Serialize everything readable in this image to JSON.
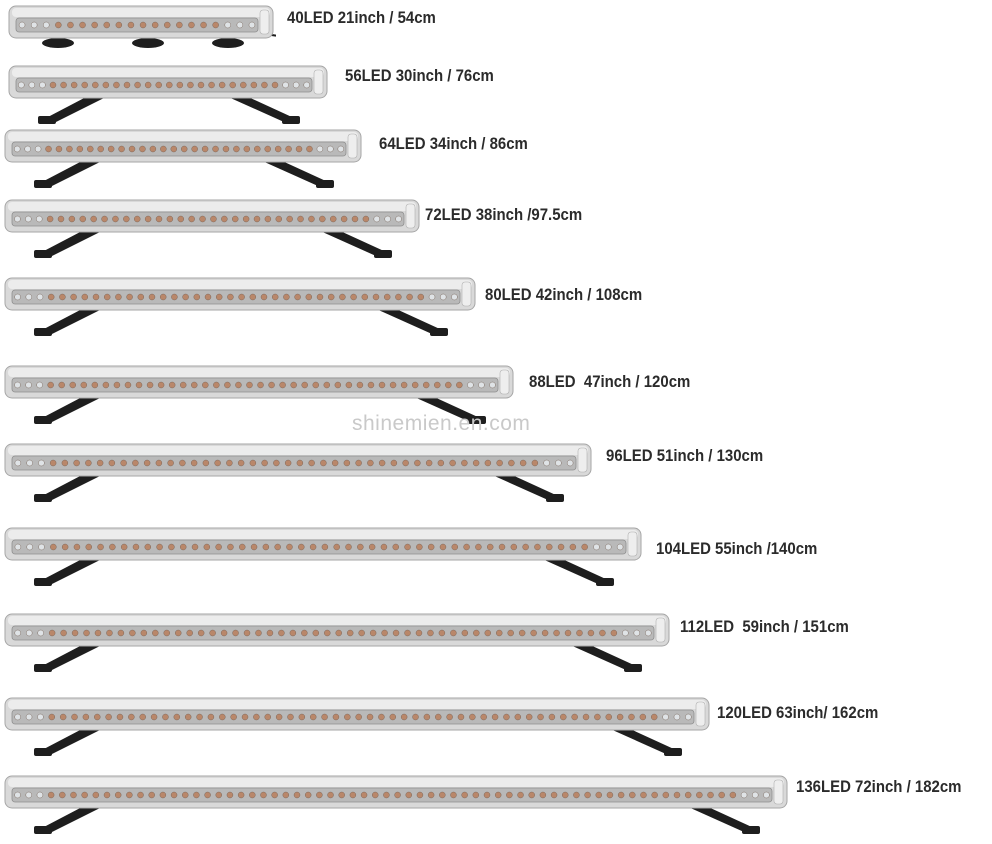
{
  "watermark": "shinemien.en.com",
  "colors": {
    "housing": "#d9d9d9",
    "lens": "#b9b9b9",
    "led_amber": "#b9876a",
    "led_clear": "#dfe3e6",
    "bracket": "#1e1e1e"
  },
  "products": [
    {
      "label": "40LED 21inch / 54cm",
      "led_count": 40,
      "mount": "magnet"
    },
    {
      "label": "56LED 30inch / 76cm",
      "led_count": 56,
      "mount": "bracket"
    },
    {
      "label": "64LED 34inch / 86cm",
      "led_count": 64,
      "mount": "bracket"
    },
    {
      "label": "72LED 38inch /97.5cm",
      "led_count": 72,
      "mount": "bracket"
    },
    {
      "label": "80LED 42inch / 108cm",
      "led_count": 80,
      "mount": "bracket"
    },
    {
      "label": "88LED  47inch / 120cm",
      "led_count": 88,
      "mount": "bracket"
    },
    {
      "label": "96LED 51inch / 130cm",
      "led_count": 96,
      "mount": "bracket"
    },
    {
      "label": "104LED 55inch /140cm",
      "led_count": 104,
      "mount": "bracket"
    },
    {
      "label": "112LED  59inch / 151cm",
      "led_count": 112,
      "mount": "bracket"
    },
    {
      "label": "120LED 63inch/ 162cm",
      "led_count": 120,
      "mount": "bracket"
    },
    {
      "label": "136LED 72inch / 182cm",
      "led_count": 136,
      "mount": "bracket"
    }
  ]
}
